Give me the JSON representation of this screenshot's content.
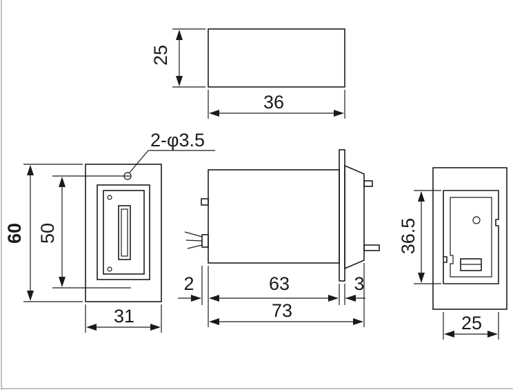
{
  "dimensions": {
    "top_height": "25",
    "top_width": "36",
    "hole_note": "2-φ3.5",
    "front_height": "60",
    "front_hole_span": "50",
    "front_width": "31",
    "side_flange_offset": "2",
    "side_body_length": "63",
    "side_rear_offset": "3",
    "side_total_length": "73",
    "rear_cutout_height": "36.5",
    "rear_width": "25"
  },
  "colors": {
    "line": "#1a1a1a",
    "frame": "#9a9a9a",
    "background": "#ffffff"
  }
}
